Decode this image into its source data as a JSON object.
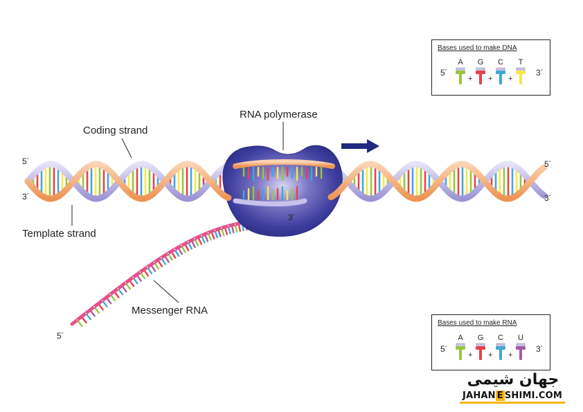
{
  "labels": {
    "coding_strand": "Coding strand",
    "template_strand": "Template strand",
    "rna_polymerase": "RNA polymerase",
    "messenger_rna": "Messenger RNA",
    "three_prime_mrna": "3´",
    "five_prime_mrna": "5´"
  },
  "strand_ends": {
    "left_top": "5´",
    "left_bottom": "3´",
    "right_top": "5´",
    "right_bottom": "3´"
  },
  "dna_box": {
    "title": "Bases used to make DNA",
    "left_end": "5´",
    "right_end": "3´",
    "bases": [
      "A",
      "G",
      "C",
      "T"
    ],
    "plus": "+"
  },
  "rna_box": {
    "title": "Bases used to make RNA",
    "left_end": "5´",
    "right_end": "3´",
    "bases": [
      "A",
      "G",
      "C",
      "U"
    ],
    "plus": "+"
  },
  "colors": {
    "adenine": "#9bc53d",
    "guanine": "#e8404a",
    "cytosine": "#41a6d8",
    "thymine": "#f6e84a",
    "uracil": "#a35aa8",
    "coding_strand": "#f2a772",
    "template_strand": "#b4aee0",
    "polymerase": "#3a3a9a",
    "mrna_backbone": "#e8508a",
    "arrow": "#1f2a80"
  },
  "logo": {
    "persian_text": "جهان شیمی",
    "en_part1": "JAHAN",
    "en_mid": "E",
    "en_part2": "SHIMI.COM"
  }
}
